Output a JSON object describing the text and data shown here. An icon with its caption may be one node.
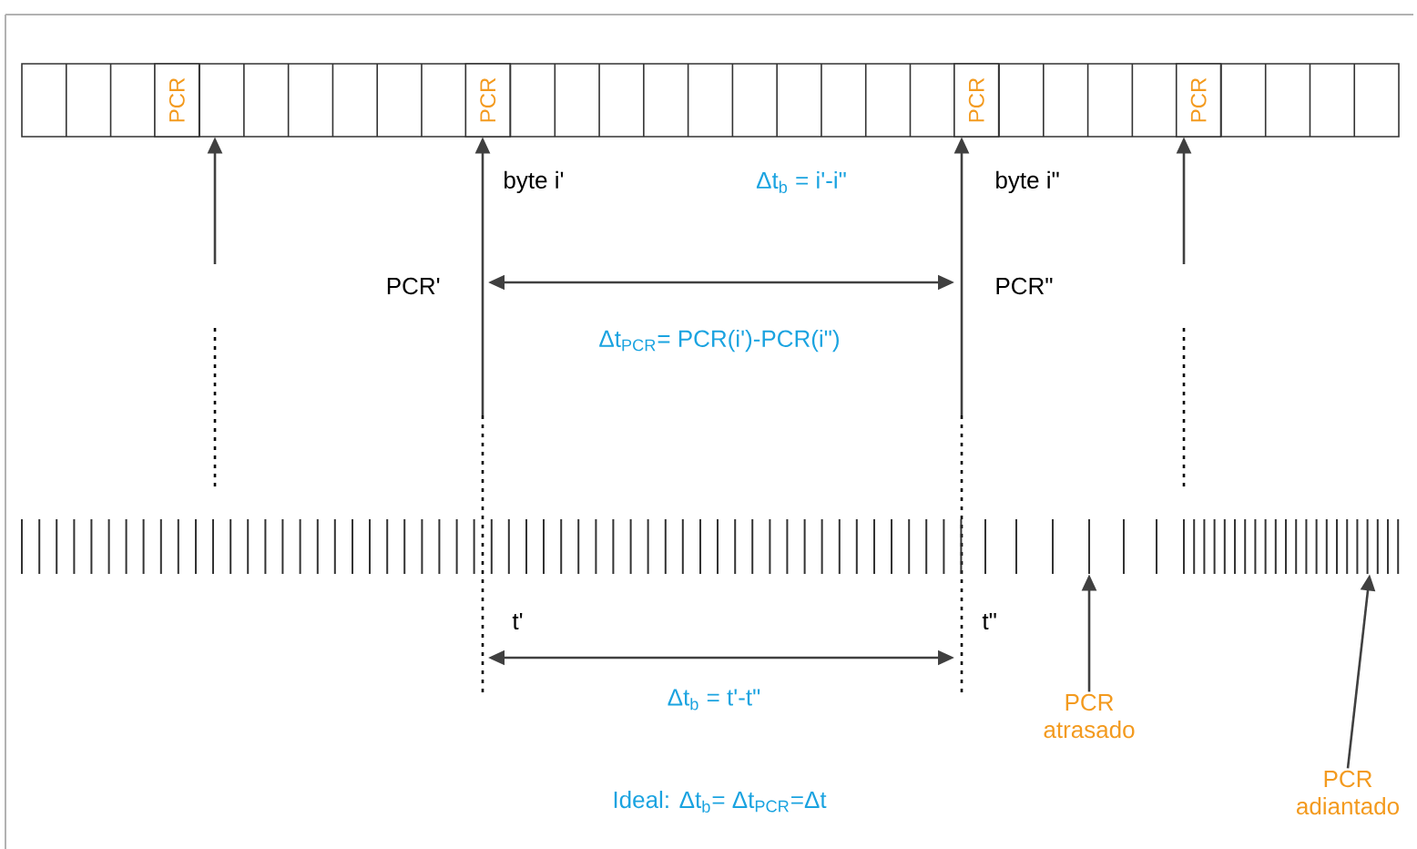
{
  "diagram": {
    "nodes": [
      {
        "text": [],
        "shape": "box"
      },
      {
        "text": [
          "PCR"
        ],
        "in": 0
      },
      {
        "text": [
          "PCR"
        ],
        "in": 0
      },
      {
        "text": [
          "PCR"
        ],
        "in": 0
      },
      {
        "text": [
          "PCR"
        ],
        "in": 0
      },
      {
        "text": [
          "PCR atrasado"
        ]
      },
      {
        "text": [
          "PCR adiantado"
        ]
      },
      {
        "text": [],
        "shape": "bar"
      }
    ],
    "edges": [
      {
        "from": null,
        "to": 0,
        "arrow": "to"
      },
      {
        "from": null,
        "to": 0,
        "arrow": "to"
      },
      {
        "from": null,
        "to": 0,
        "arrow": "to"
      },
      {
        "from": null,
        "to": 0,
        "arrow": "to"
      },
      {
        "from": 5,
        "to": 7,
        "arrow": "to"
      },
      {
        "from": 6,
        "to": 7,
        "arrow": "to"
      }
    ],
    "labels": [
      "byte i'",
      "Δt$_{b}$ = i'-i\"",
      "byte i\"",
      "PCR'",
      "PCR\"",
      "Δt$_{PCR}$= PCR(i')-PCR(i\")",
      "t'",
      "t\"",
      "Δt$_{b}$ = t'-t\"",
      "Ideal: Δt$_{b}$= Δt$_{PCR}$=Δt"
    ]
  }
}
